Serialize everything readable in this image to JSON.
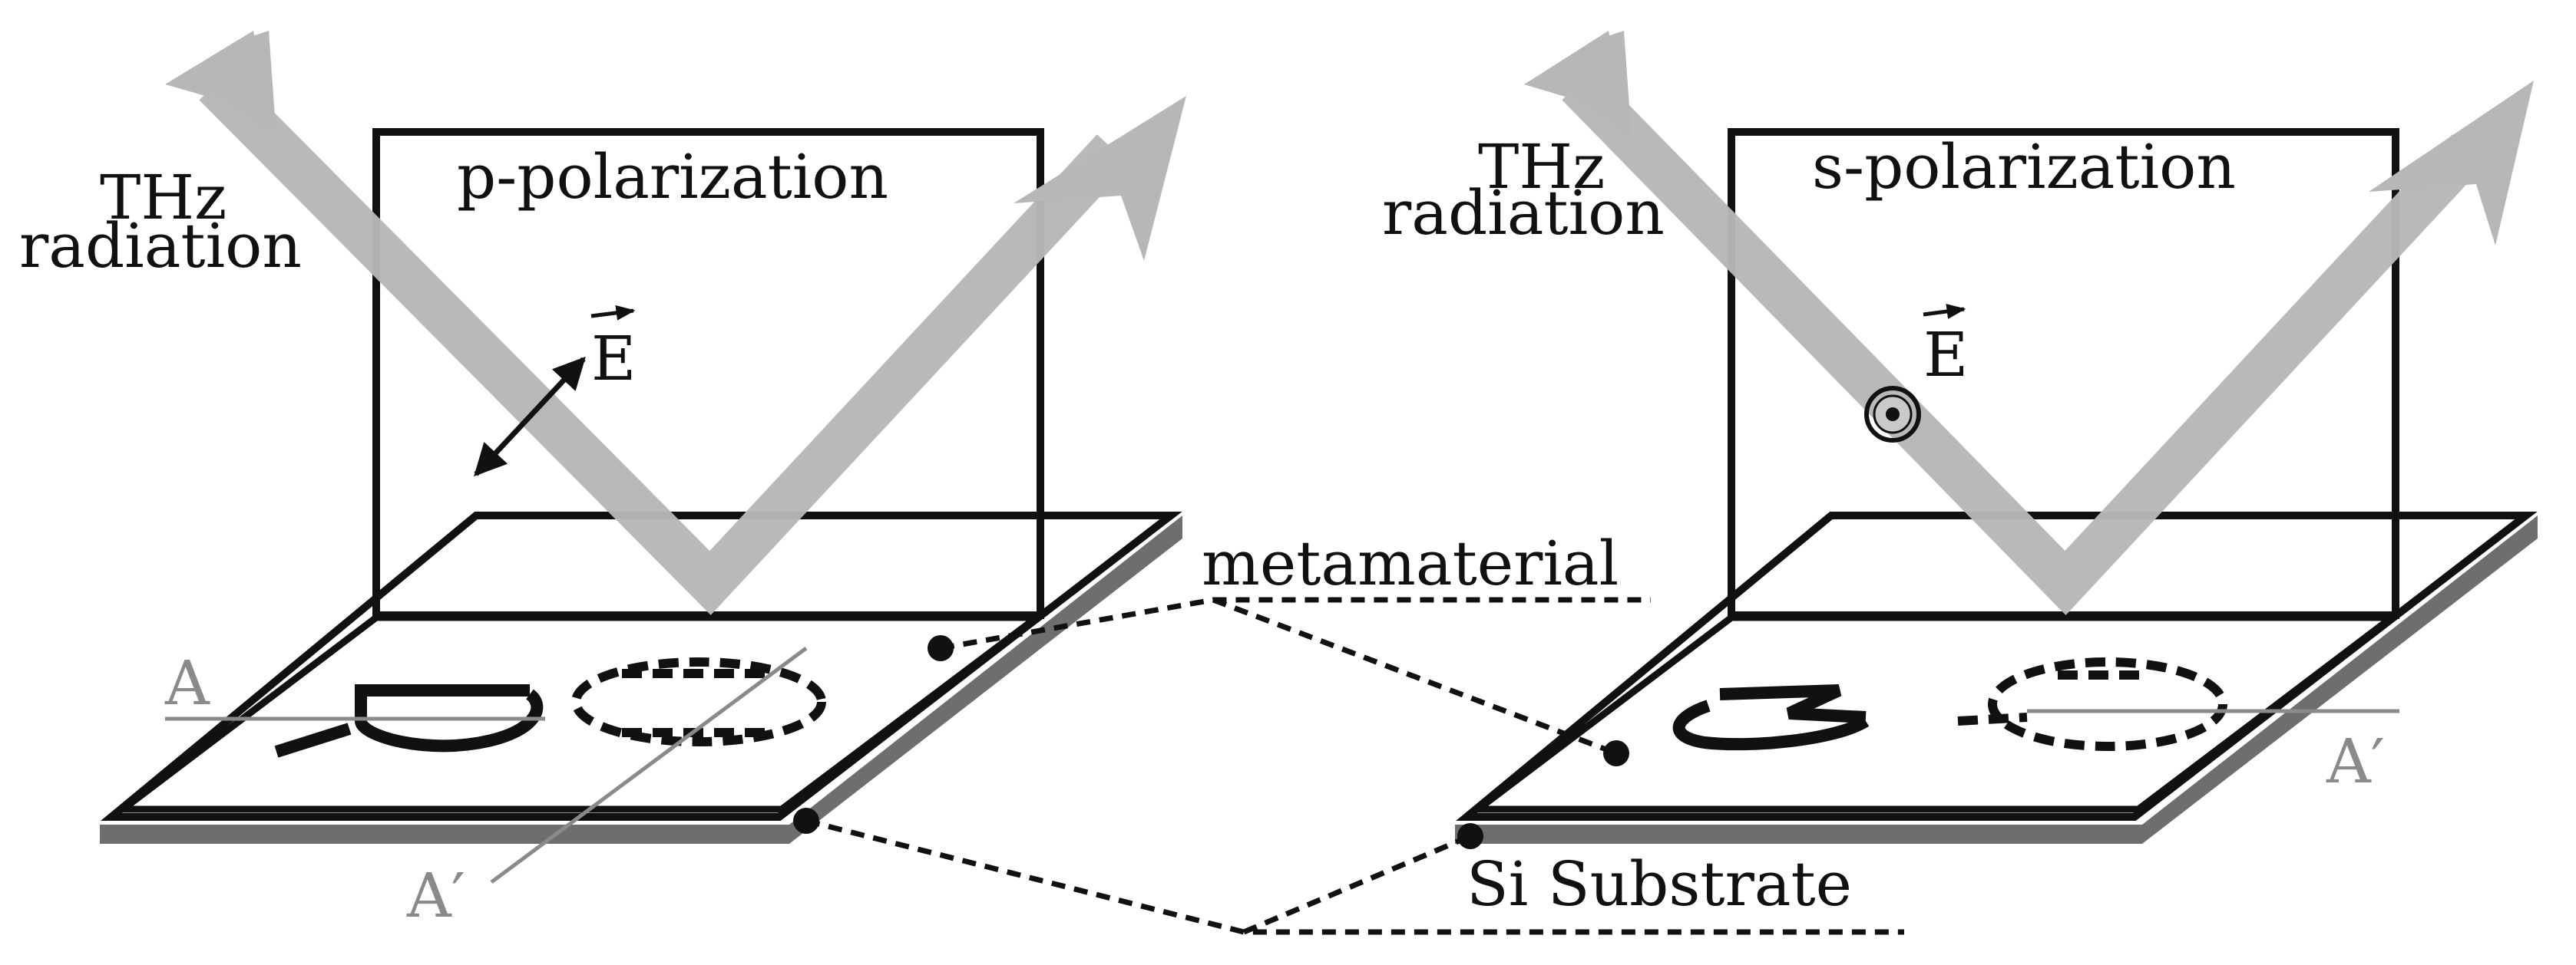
{
  "colors": {
    "outline": "#111111",
    "beam": "#b7b7b7",
    "substrate_edge": "#6e6e6e",
    "section_line": "#8a8a8a"
  },
  "left_panel": {
    "title": "p-polarization",
    "source_line1": "THz",
    "source_line2": "radiation",
    "field_label": "E",
    "field_icon": "double-arrow-in-plane",
    "section_start": "A",
    "section_end": "A′"
  },
  "right_panel": {
    "title": "s-polarization",
    "source_line1": "THz",
    "source_line2": "radiation",
    "field_label": "E",
    "field_icon": "dot-in-circle-out-of-plane",
    "section_end": "A′"
  },
  "callouts": {
    "metamaterial": "metamaterial",
    "substrate": "Si Substrate"
  }
}
